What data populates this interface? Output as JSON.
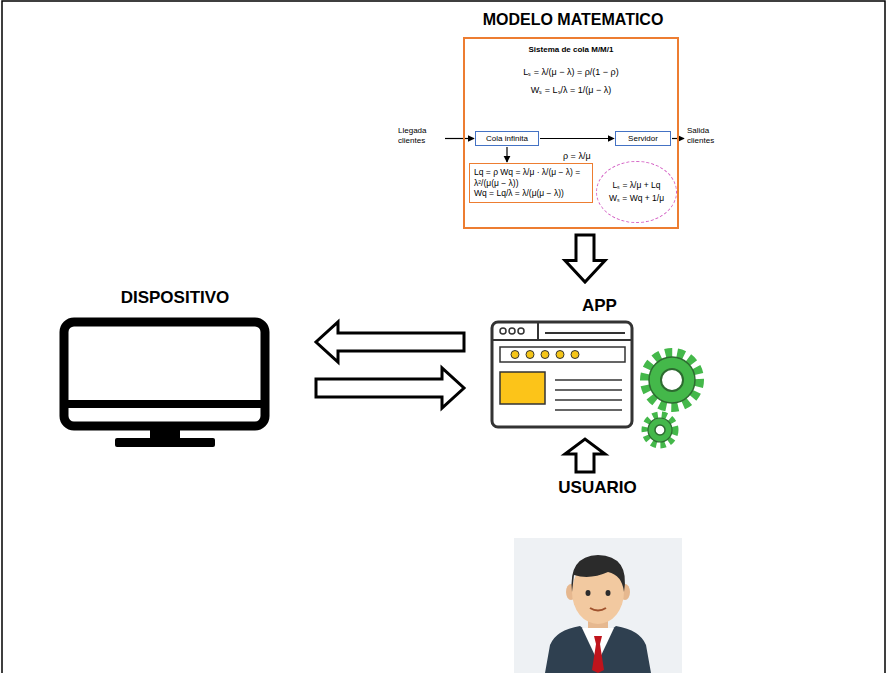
{
  "diagram": {
    "nodes": [
      {
        "text": [
          "MODELO MATEMATICO",
          "Sistema de cola  M/M/1",
          "Lₛ = λ/(μ − λ) = ρ/(1 − ρ)",
          "Wₛ = Lₛ/λ = 1/(μ − λ)",
          "ρ = λ/μ"
        ]
      },
      {
        "text": [
          "Cola infinita"
        ],
        "in": 0
      },
      {
        "text": [
          "Servidor"
        ],
        "in": 0
      },
      {
        "text": [
          "Lq = ρ Wq = λ/μ · λ/(μ − λ) = λ²/(μ(μ − λ))",
          "Wq = Lq/λ = λ/(μ(μ − λ))"
        ],
        "in": 0
      },
      {
        "text": [
          "Lₛ = λ/μ + Lq",
          "Wₛ = Wq + 1/μ"
        ],
        "in": 0
      },
      {
        "text": [
          "DISPOSITIVO"
        ]
      },
      {
        "text": [
          "APP"
        ]
      },
      {
        "text": [
          "USUARIO"
        ]
      }
    ],
    "edges": [
      {
        "from": 1,
        "to": 2,
        "arrow": "to"
      },
      {
        "from": 1,
        "to": 3,
        "arrow": "to"
      },
      {
        "from": 0,
        "to": 6,
        "arrow": "to"
      },
      {
        "from": 6,
        "to": 5,
        "arrow": "to"
      },
      {
        "from": 5,
        "to": 6,
        "arrow": "to"
      },
      {
        "from": 7,
        "to": 6,
        "arrow": "to"
      }
    ],
    "labels": [
      "Llegada clientes",
      "Salida clientes"
    ]
  }
}
